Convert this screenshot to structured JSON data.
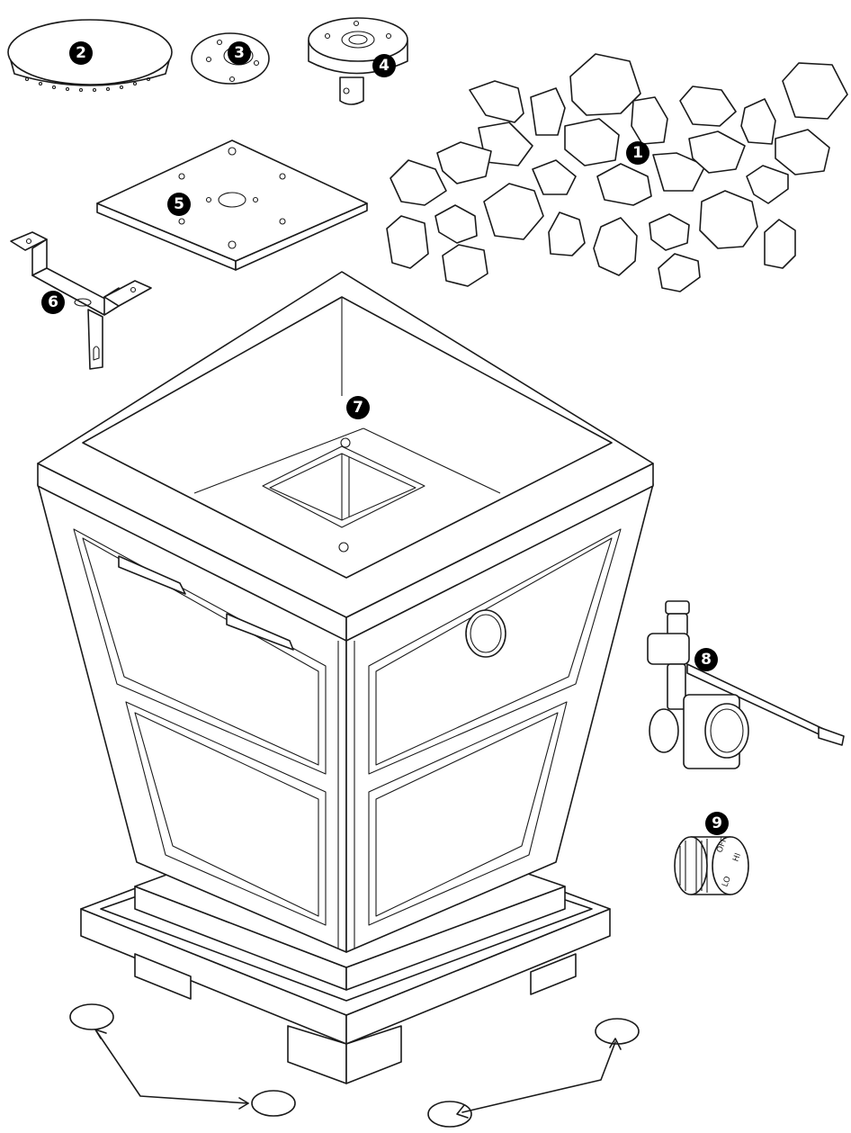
{
  "diagram": {
    "type": "exploded-parts-view",
    "callouts": [
      {
        "id": "fire-glass",
        "number": "1"
      },
      {
        "id": "burner-lid",
        "number": "2"
      },
      {
        "id": "burner-plate",
        "number": "3"
      },
      {
        "id": "burner-base",
        "number": "4"
      },
      {
        "id": "burner-mounting-plate",
        "number": "5"
      },
      {
        "id": "bracket",
        "number": "6"
      },
      {
        "id": "fire-pit-body",
        "number": "7"
      },
      {
        "id": "gas-valve",
        "number": "8"
      },
      {
        "id": "control-knob",
        "number": "9"
      }
    ],
    "knob_markings": [
      "OFF",
      "HI",
      "LO"
    ]
  }
}
